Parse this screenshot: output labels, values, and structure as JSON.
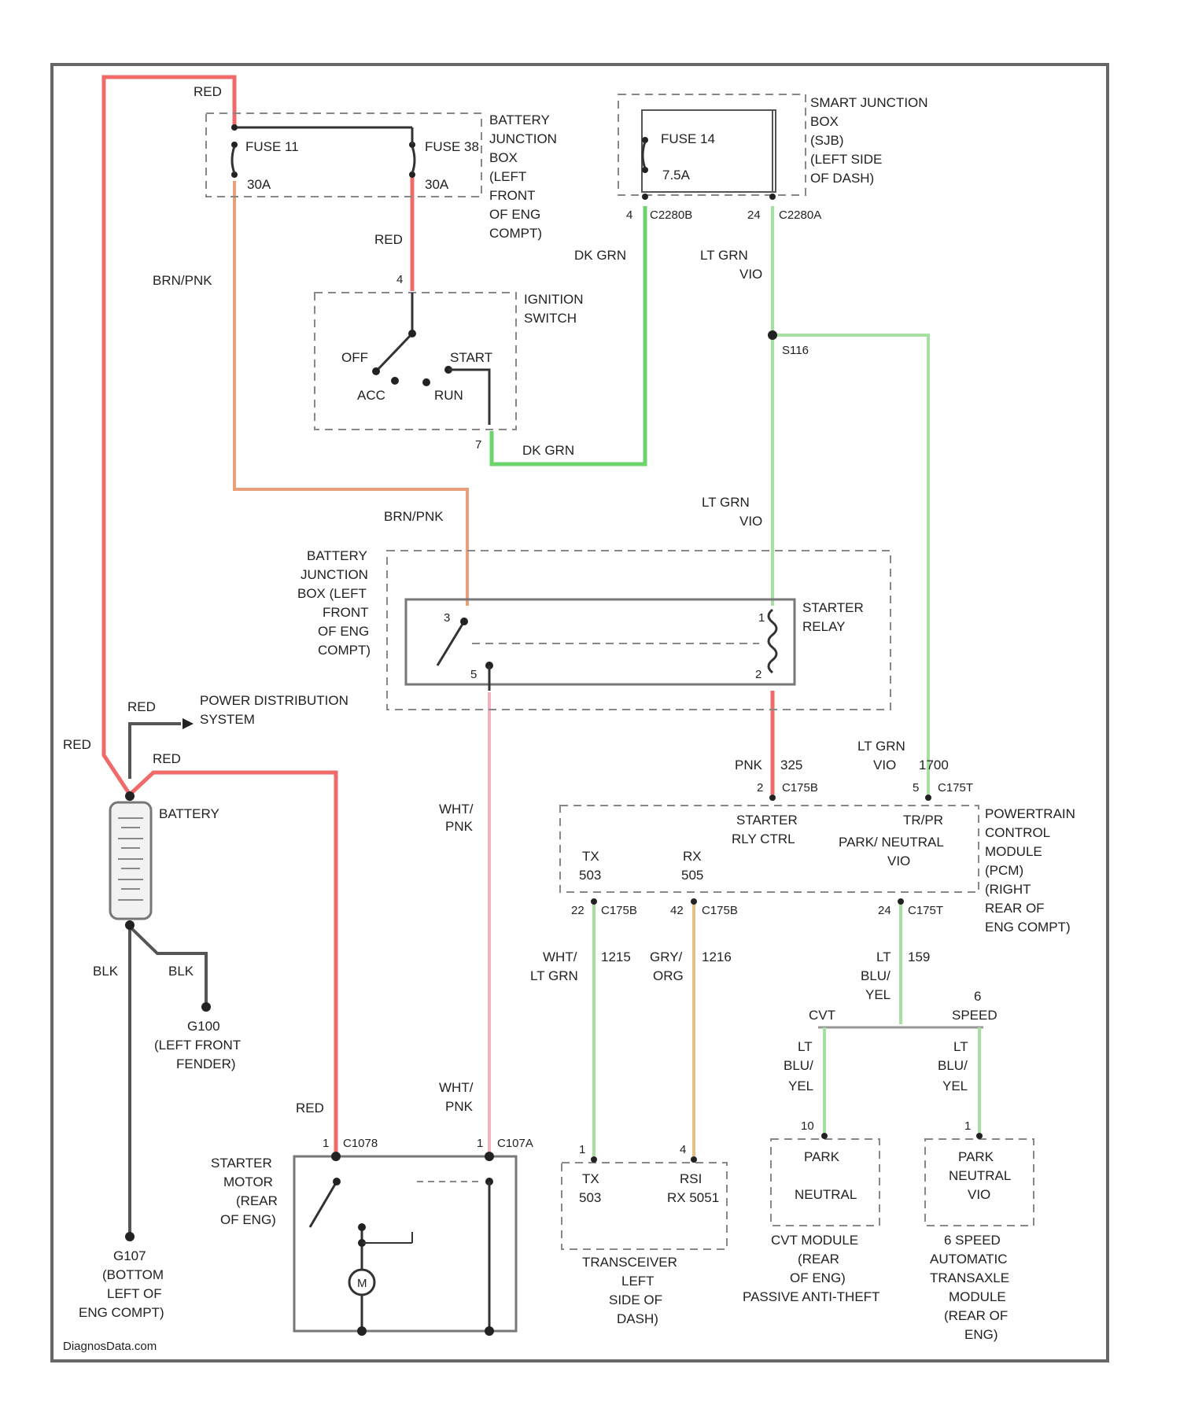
{
  "colors": {
    "red": "#f06a6a",
    "brn_pnk": "#e8a07a",
    "dk_grn": "#6bd56b",
    "lt_grn": "#a7e0a2",
    "wht_pnk": "#f3b0c0",
    "grn_org": "#e4c08a",
    "black": "#555555"
  },
  "wires": {
    "red_top": "RED",
    "red_mid": "RED",
    "red_side": "RED",
    "red_bat": "RED",
    "red_starter": "RED",
    "brn_pnk_1": "BRN/PNK",
    "brn_pnk_2": "BRN/PNK",
    "dk_grn_1": "DK GRN",
    "dk_grn_2": "DK GRN",
    "lt_grn_1": "LT GRN",
    "lt_grn_1b": "VIO",
    "lt_grn_2": "LT GRN",
    "lt_grn_2b": "VIO",
    "lt_grn_3": "LT GRN",
    "lt_grn_3b": "VIO",
    "lt_grn_3c": "1700",
    "pnk": "PNK",
    "pnk_num": "325",
    "wht_pnk_1a": "WHT/",
    "wht_pnk_1b": "PNK",
    "wht_pnk_2a": "WHT/",
    "wht_pnk_2b": "PNK",
    "wht_ltgrn_a": "WHT/",
    "wht_ltgrn_b": "LT GRN",
    "wht_ltgrn_n": "1215",
    "grn_org_a": "GRY/",
    "grn_org_b": "ORG",
    "grn_org_n": "1216",
    "lt_blu_yel_a": "LT",
    "lt_blu_yel_b": "BLU/",
    "lt_blu_yel_c": "YEL",
    "lt_blu_yel_n": "159",
    "blk_1": "BLK",
    "blk_2": "BLK"
  },
  "components": {
    "battery_jb_top": [
      "BATTERY",
      "JUNCTION",
      "BOX",
      "(LEFT",
      "FRONT",
      "OF ENG",
      "COMPT)"
    ],
    "fuse11": "FUSE 11",
    "fuse11_amp": "30A",
    "fuse38": "FUSE 38",
    "fuse38_amp": "30A",
    "smart_jb": [
      "SMART JUNCTION",
      "BOX",
      "(SJB)",
      "(LEFT SIDE",
      "OF DASH)"
    ],
    "fuse14": "FUSE 14",
    "fuse14_amp": "7.5A",
    "sjb_pin1": "4",
    "sjb_conn1": "C2280B",
    "sjb_pin2": "24",
    "sjb_conn2": "C2280A",
    "ignition": [
      "IGNITION",
      "SWITCH"
    ],
    "ign_off": "OFF",
    "ign_acc": "ACC",
    "ign_run": "RUN",
    "ign_start": "START",
    "ign_pin_top": "4",
    "ign_pin_bot": "7",
    "splice": "S116",
    "battery_jb_relay": [
      "BATTERY",
      "JUNCTION",
      "BOX (LEFT",
      "FRONT",
      "OF ENG",
      "COMPT)"
    ],
    "starter_relay": [
      "STARTER",
      "RELAY"
    ],
    "relay_pin3": "3",
    "relay_pin5": "5",
    "relay_pin1": "1",
    "relay_pin2": "2",
    "power_dist": [
      "POWER DISTRIBUTION",
      "SYSTEM"
    ],
    "battery": "BATTERY",
    "ground_g100": [
      "G100",
      "(LEFT FRONT",
      "FENDER)"
    ],
    "ground_g107": [
      "G107",
      "(BOTTOM",
      "LEFT OF",
      "ENG COMPT)"
    ],
    "pcm": [
      "POWERTRAIN",
      "CONTROL",
      "MODULE",
      "(PCM)",
      "(RIGHT",
      "REAR OF",
      "ENG COMPT)"
    ],
    "pcm_starter": [
      "STARTER",
      "RLY CTRL"
    ],
    "pcm_tr": [
      "TR/PR",
      "PARK/ NEUTRAL",
      "VIO"
    ],
    "pcm_tx": [
      "TX",
      "503"
    ],
    "pcm_rx": [
      "RX",
      "505"
    ],
    "pcm_pin_2": "2",
    "pcm_conn_1758": "C175B",
    "pcm_pin_5": "5",
    "pcm_conn_1757": "C175T",
    "pcm_pin_22": "22",
    "pcm_conn_22": "C175B",
    "pcm_pin_42": "42",
    "pcm_conn_42": "C175B",
    "pcm_pin_24": "24",
    "pcm_conn_24": "C175T",
    "cvt_label": "CVT",
    "speed_label": [
      "6",
      "SPEED"
    ],
    "starter_motor": [
      "STARTER",
      "MOTOR",
      "(REAR",
      "OF ENG)"
    ],
    "sm_pin1": "1",
    "sm_conn1": "C1078",
    "sm_pin2": "1",
    "sm_conn2": "C107A",
    "transceiver": [
      "TRANSCEIVER",
      "LEFT",
      "SIDE OF",
      "DASH)"
    ],
    "trx_tx": [
      "TX",
      "503"
    ],
    "trx_rx": [
      "RSI",
      "RX 5051"
    ],
    "trx_pin1": "1",
    "trx_pin2": "4",
    "cvt_module": [
      "CVT MODULE",
      "(REAR",
      "OF ENG)",
      "PASSIVE ANTI-THEFT"
    ],
    "park_neutral": [
      "PARK",
      "NEUTRAL"
    ],
    "cvt_pin": "10",
    "auto_trans": [
      "6 SPEED",
      "AUTOMATIC",
      "TRANSAXLE",
      "MODULE",
      "(REAR OF",
      "ENG)"
    ],
    "park_neutral_vio": [
      "PARK",
      "NEUTRAL",
      "VIO"
    ],
    "at_pin": "1"
  },
  "footer": "DiagnosData.com"
}
